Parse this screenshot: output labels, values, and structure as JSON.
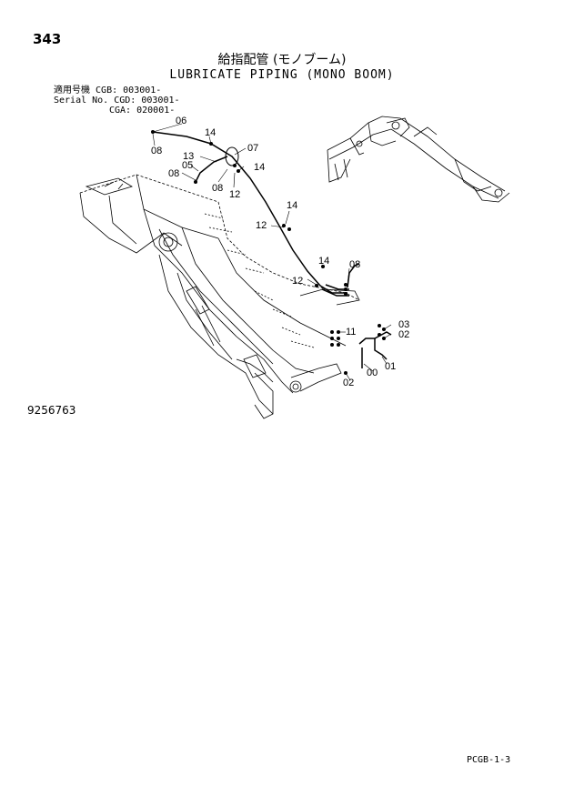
{
  "page_number": "343",
  "title_jp": "給指配管 (モノブーム)",
  "title_en": "LUBRICATE PIPING (MONO BOOM)",
  "applicability": [
    {
      "label": "適用号機",
      "model": "CGB:",
      "serial": "003001-"
    },
    {
      "label": "Serial No.",
      "model": "CGD:",
      "serial": "003001-"
    },
    {
      "label": "",
      "model": "CGA:",
      "serial": "020001-"
    }
  ],
  "drawing_number": "9256763",
  "footer_code": "PCGB-1-3",
  "callouts": [
    {
      "id": "c06",
      "text": "06"
    },
    {
      "id": "c14a",
      "text": "14"
    },
    {
      "id": "c07",
      "text": "07"
    },
    {
      "id": "c13",
      "text": "13"
    },
    {
      "id": "c08a",
      "text": "08"
    },
    {
      "id": "c14b",
      "text": "14"
    },
    {
      "id": "c05",
      "text": "05"
    },
    {
      "id": "c08b",
      "text": "08"
    },
    {
      "id": "c08c",
      "text": "08"
    },
    {
      "id": "c12a",
      "text": "12"
    },
    {
      "id": "c14c",
      "text": "14"
    },
    {
      "id": "c12b",
      "text": "12"
    },
    {
      "id": "c14d",
      "text": "14"
    },
    {
      "id": "c08d",
      "text": "08"
    },
    {
      "id": "c12c",
      "text": "12"
    },
    {
      "id": "c11",
      "text": "11"
    },
    {
      "id": "c03",
      "text": "03"
    },
    {
      "id": "c02a",
      "text": "02"
    },
    {
      "id": "c01",
      "text": "01"
    },
    {
      "id": "c00",
      "text": "00"
    },
    {
      "id": "c02b",
      "text": "02"
    }
  ]
}
